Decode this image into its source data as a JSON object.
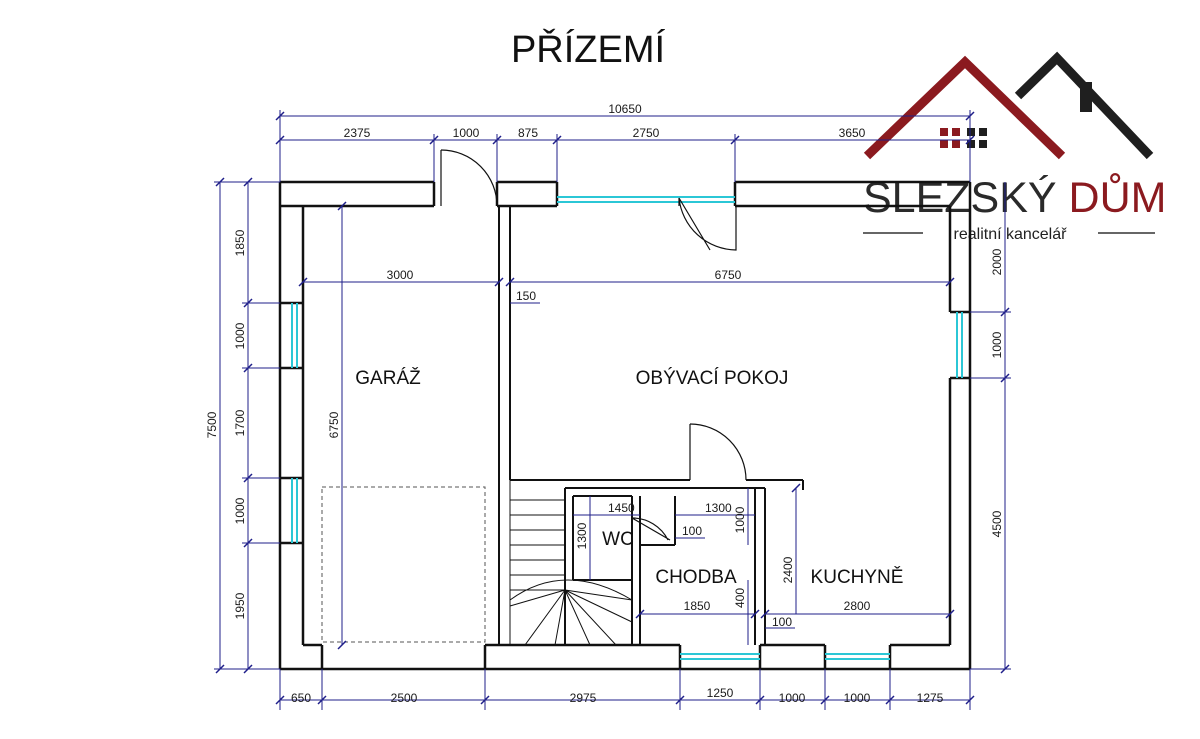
{
  "title": "PŘÍZEMÍ",
  "logo": {
    "name_part1": "SLEZSKÝ ",
    "name_part2": "DŮM",
    "tagline": "realitní kancelář",
    "colors": {
      "red": "#8b1a1f",
      "dark": "#1f1f1f"
    }
  },
  "rooms": {
    "garage": "GARÁŽ",
    "living": "OBÝVACÍ POKOJ",
    "wc": "WC",
    "hall": "CHODBA",
    "kitchen": "KUCHYNĚ"
  },
  "dims": {
    "top_total": "10650",
    "top": [
      "2375",
      "1000",
      "875",
      "2750",
      "3650"
    ],
    "bottom": [
      "650",
      "2500",
      "2975",
      "1250",
      "1000",
      "1000",
      "1275"
    ],
    "left_total": "7500",
    "left": [
      "1850",
      "1000",
      "1700",
      "1000",
      "1950"
    ],
    "right": [
      "2000",
      "1000",
      "4500"
    ],
    "inner": {
      "garage_width": "3000",
      "garage_depth": "6750",
      "living_width": "6750",
      "wall_150": "150",
      "wc_width": "1450",
      "wc_depth": "1300",
      "hall_top": "1300",
      "hall_side": "1000",
      "wc_100": "100",
      "hall_width": "1850",
      "hall_400": "400",
      "kitchen_depth": "2400",
      "kitchen_width": "2800",
      "kitchen_100": "100"
    }
  },
  "colors": {
    "wall": "#111111",
    "window": "#2bc7d6",
    "dimension": "#1f1f8a"
  }
}
